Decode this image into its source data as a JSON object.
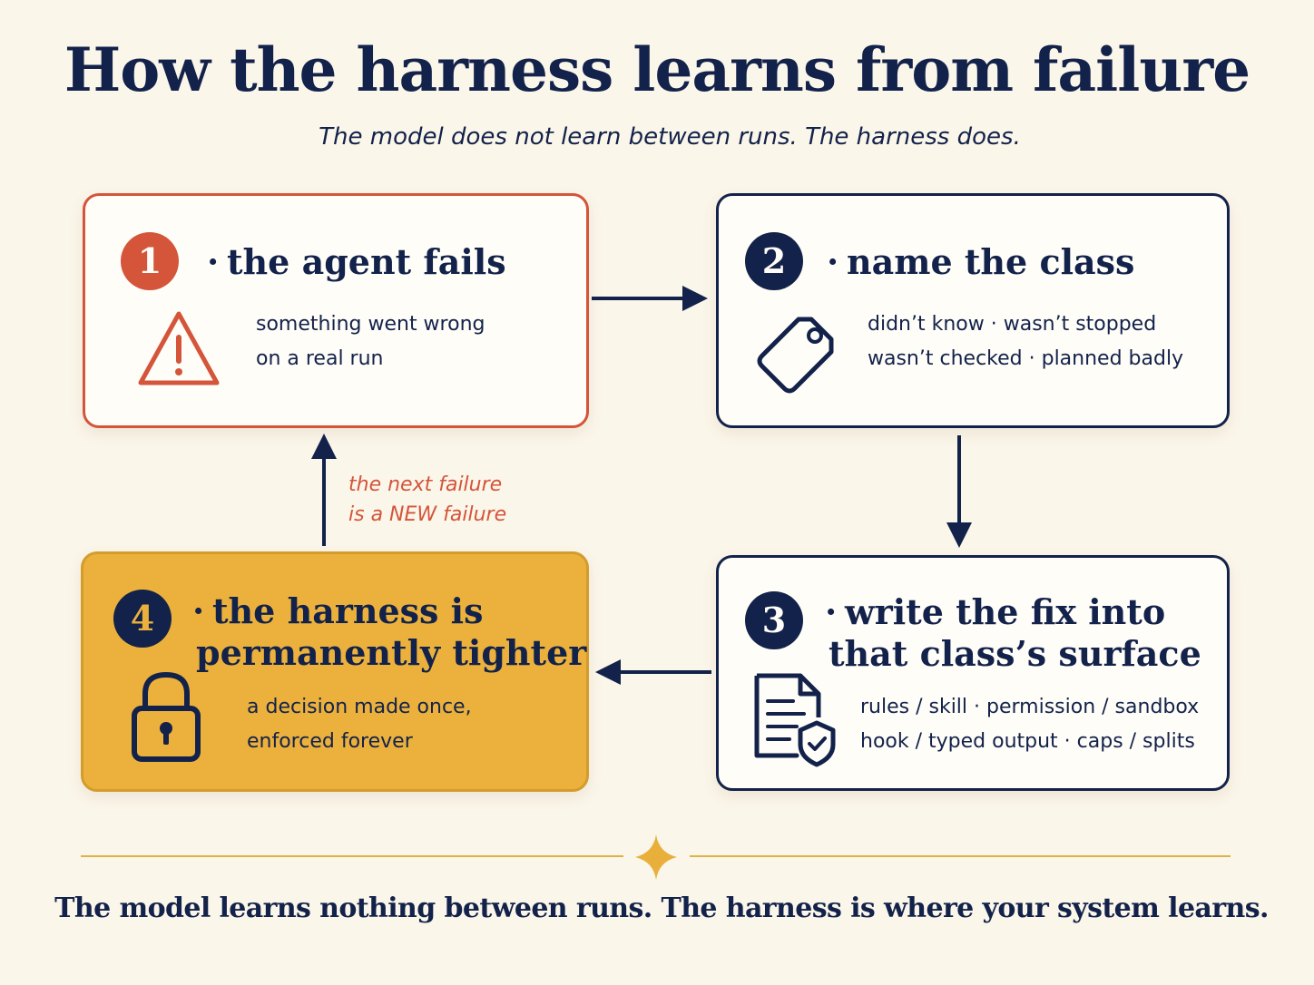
{
  "title": "How the harness learns from failure",
  "subtitle": "The model does not learn between runs. The harness does.",
  "colors": {
    "background": "#fbf6ea",
    "navy": "#13224a",
    "accent_red": "#d4553a",
    "accent_gold": "#ebb13c"
  },
  "steps": [
    {
      "number": "1",
      "title_lines": [
        "the agent fails"
      ],
      "icon": "warning-triangle-icon",
      "desc_lines": [
        "something went wrong",
        "on a real run"
      ]
    },
    {
      "number": "2",
      "title_lines": [
        "name the class"
      ],
      "icon": "tag-icon",
      "desc_lines": [
        "didn’t know · wasn’t stopped",
        "wasn’t checked · planned badly"
      ]
    },
    {
      "number": "3",
      "title_lines": [
        "write the fix into",
        "that class’s surface"
      ],
      "icon": "document-shield-icon",
      "desc_lines": [
        "rules / skill · permission / sandbox",
        "hook / typed output · caps / splits"
      ]
    },
    {
      "number": "4",
      "title_lines": [
        "the harness is",
        "permanently tighter"
      ],
      "icon": "padlock-icon",
      "desc_lines": [
        "a decision made once,",
        "enforced forever"
      ]
    }
  ],
  "feedback_label": [
    "the next failure",
    "is a NEW failure"
  ],
  "divider_icon": "sparkle-icon",
  "footer": "The model learns nothing between runs. The harness is where your system learns."
}
